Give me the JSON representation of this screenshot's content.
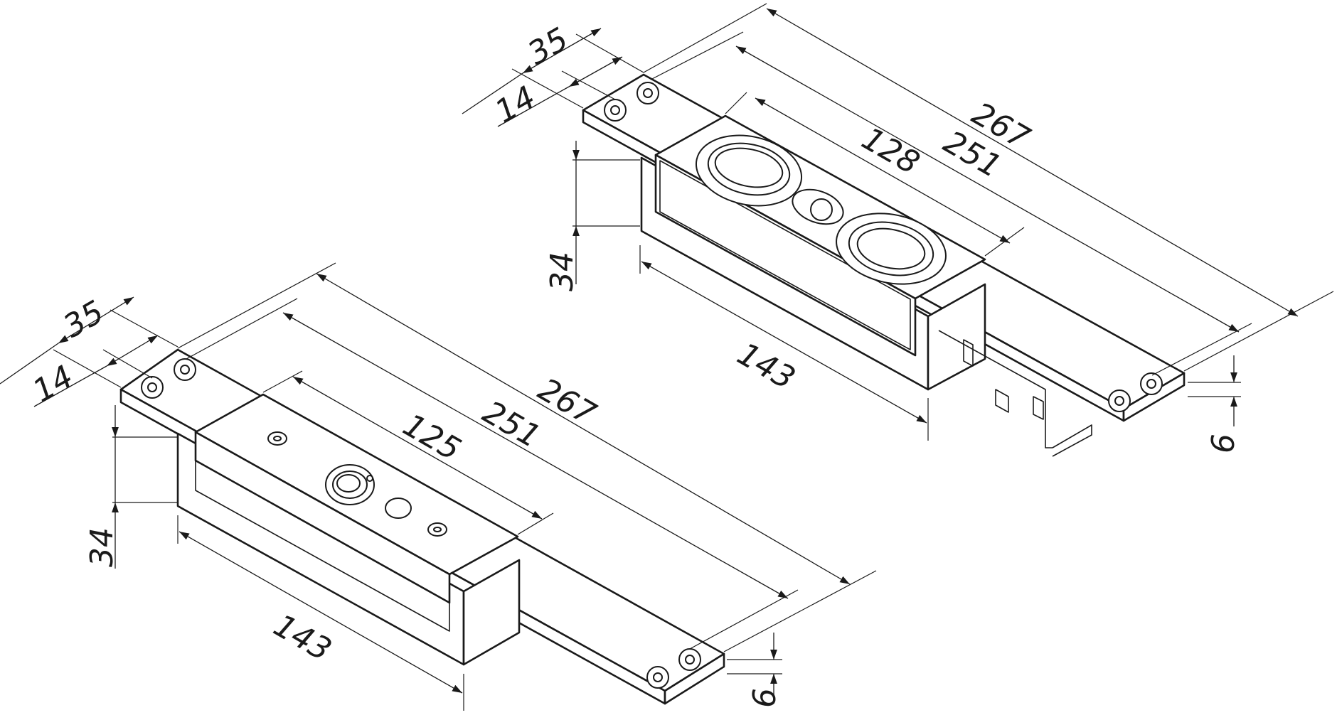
{
  "colors": {
    "line": "#1a1a1a",
    "background": "#ffffff"
  },
  "top_part": {
    "dim_total_length": "267",
    "dim_hole_spacing": "251",
    "dim_mechanism": "128",
    "dim_width": "35",
    "dim_hole_offset": "14",
    "dim_height": "34",
    "dim_body_length": "143",
    "dim_plate_thickness": "6"
  },
  "bottom_part": {
    "dim_total_length": "267",
    "dim_hole_spacing": "251",
    "dim_mechanism": "125",
    "dim_width": "35",
    "dim_hole_offset": "14",
    "dim_height": "34",
    "dim_body_length": "143",
    "dim_plate_thickness": "6"
  }
}
